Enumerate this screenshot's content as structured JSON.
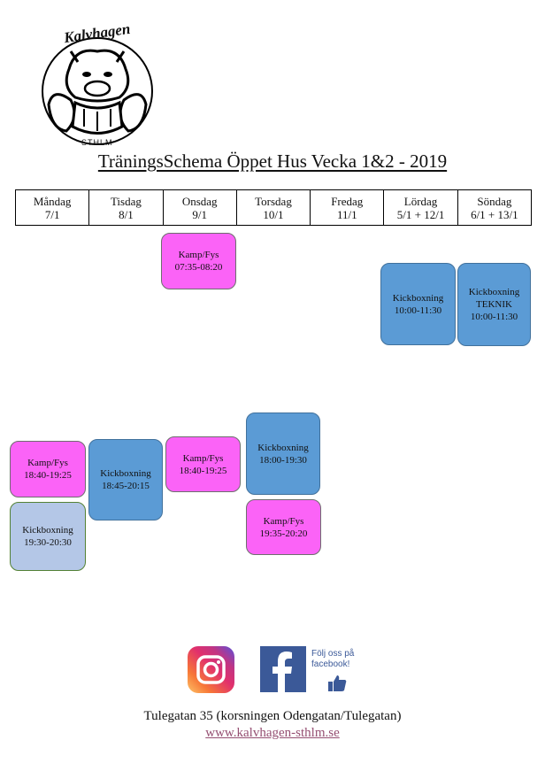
{
  "logo": {
    "name": "Kalvhagen",
    "sub": "STHLM"
  },
  "title": "TräningsSchema Öppet Hus Vecka 1&2 - 2019",
  "days": [
    {
      "name": "Måndag",
      "date": "7/1"
    },
    {
      "name": "Tisdag",
      "date": "8/1"
    },
    {
      "name": "Onsdag",
      "date": "9/1"
    },
    {
      "name": "Torsdag",
      "date": "10/1"
    },
    {
      "name": "Fredag",
      "date": "11/1"
    },
    {
      "name": "Lördag",
      "date": "5/1 + 12/1"
    },
    {
      "name": "Söndag",
      "date": "6/1 + 13/1"
    }
  ],
  "sessions": [
    {
      "day": "Onsdag",
      "activity": "Kamp/Fys",
      "time": "07:35-08:20",
      "color": "#fb63f7"
    },
    {
      "day": "Lördag",
      "activity": "Kickboxning",
      "time": "10:00-11:30",
      "color": "#5b9bd5"
    },
    {
      "day": "Söndag",
      "activity": "Kickboxning TEKNIK",
      "time": "10:00-11:30",
      "color": "#5b9bd5"
    },
    {
      "day": "Måndag",
      "activity": "Kamp/Fys",
      "time": "18:40-19:25",
      "color": "#fb63f7"
    },
    {
      "day": "Måndag",
      "activity": "Kickboxning",
      "time": "19:30-20:30",
      "color": "#b4c7e7"
    },
    {
      "day": "Tisdag",
      "activity": "Kickboxning",
      "time": "18:45-20:15",
      "color": "#5b9bd5"
    },
    {
      "day": "Onsdag",
      "activity": "Kamp/Fys",
      "time": "18:40-19:25",
      "color": "#fb63f7"
    },
    {
      "day": "Torsdag",
      "activity": "Kickboxning",
      "time": "18:00-19:30",
      "color": "#5b9bd5"
    },
    {
      "day": "Torsdag",
      "activity": "Kamp/Fys",
      "time": "19:35-20:20",
      "color": "#fb63f7"
    }
  ],
  "social": {
    "facebook_text": "Följ oss på facebook!"
  },
  "footer": {
    "address": "Tulegatan 35 (korsningen Odengatan/Tulegatan)",
    "website": "www.kalvhagen-sthlm.se"
  }
}
